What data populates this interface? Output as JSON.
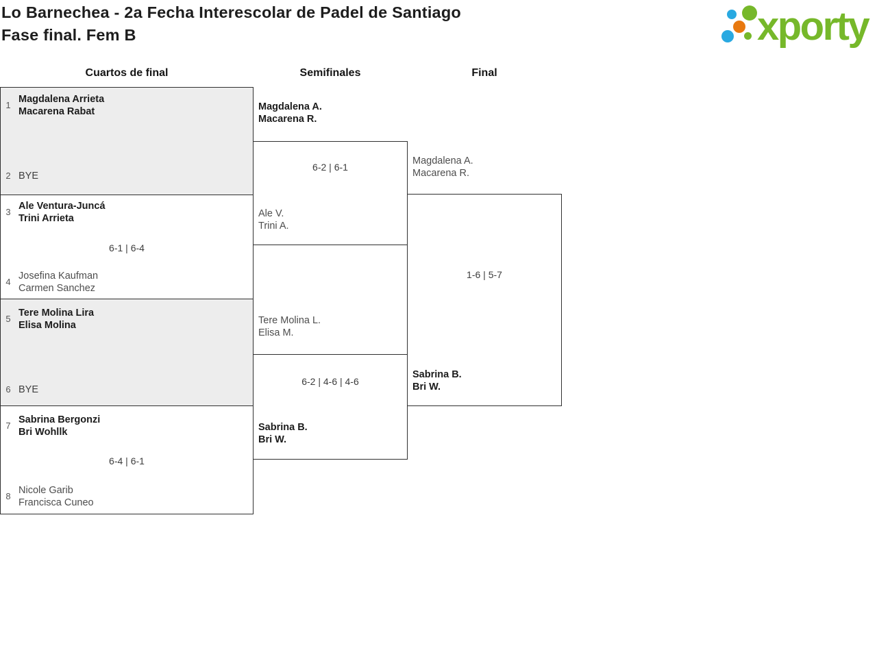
{
  "page": {
    "title_line1": "Lo Barnechea - 2a Fecha Interescolar de Padel de Santiago",
    "title_line2": "Fase final. Fem B"
  },
  "logo": {
    "text": "xporty",
    "dots": [
      "blue-small",
      "green-large",
      "orange",
      "blue-large",
      "green-small"
    ]
  },
  "colors": {
    "logo_green": "#76b82a",
    "logo_blue": "#29a9e1",
    "logo_orange": "#e8790f",
    "box_fill": "#ededed",
    "box_border": "#2f2f2f",
    "winner_text": "#1c1c1c",
    "loser_text": "#4d4d4d",
    "score_text": "#3c3c3c"
  },
  "bracket": {
    "round_headers": [
      "Cuartos de final",
      "Semifinales",
      "Final"
    ],
    "quarterfinals": [
      {
        "seed_top": "1",
        "top_player1": "Magdalena Arrieta",
        "top_player2": "Macarena Rabat",
        "score": "",
        "seed_bottom": "2",
        "bottom_player1": "BYE",
        "bottom_player2": "",
        "winner": "top"
      },
      {
        "seed_top": "3",
        "top_player1": "Ale Ventura-Juncá",
        "top_player2": "Trini Arrieta",
        "score": "6-1 | 6-4",
        "seed_bottom": "4",
        "bottom_player1": "Josefina Kaufman",
        "bottom_player2": "Carmen Sanchez",
        "winner": "top"
      },
      {
        "seed_top": "5",
        "top_player1": "Tere Molina Lira",
        "top_player2": "Elisa Molina",
        "score": "",
        "seed_bottom": "6",
        "bottom_player1": "BYE",
        "bottom_player2": "",
        "winner": "top"
      },
      {
        "seed_top": "7",
        "top_player1": "Sabrina Bergonzi",
        "top_player2": "Bri Wohllk",
        "score": "6-4 | 6-1",
        "seed_bottom": "8",
        "bottom_player1": "Nicole Garib",
        "bottom_player2": "Francisca Cuneo",
        "winner": "top"
      }
    ],
    "semifinals": [
      {
        "top_player1": "Magdalena A.",
        "top_player2": "Macarena R.",
        "score": "6-2 | 6-1",
        "bottom_player1": "Ale V.",
        "bottom_player2": "Trini A.",
        "winner": "top"
      },
      {
        "top_player1": "Tere Molina L.",
        "top_player2": "Elisa M.",
        "score": "6-2 | 4-6 | 4-6",
        "bottom_player1": "Sabrina B.",
        "bottom_player2": "Bri W.",
        "winner": "bottom"
      }
    ],
    "final": {
      "top_player1": "Magdalena A.",
      "top_player2": "Macarena R.",
      "score": "1-6 | 5-7",
      "bottom_player1": "Sabrina B.",
      "bottom_player2": "Bri W.",
      "winner": "bottom"
    }
  }
}
